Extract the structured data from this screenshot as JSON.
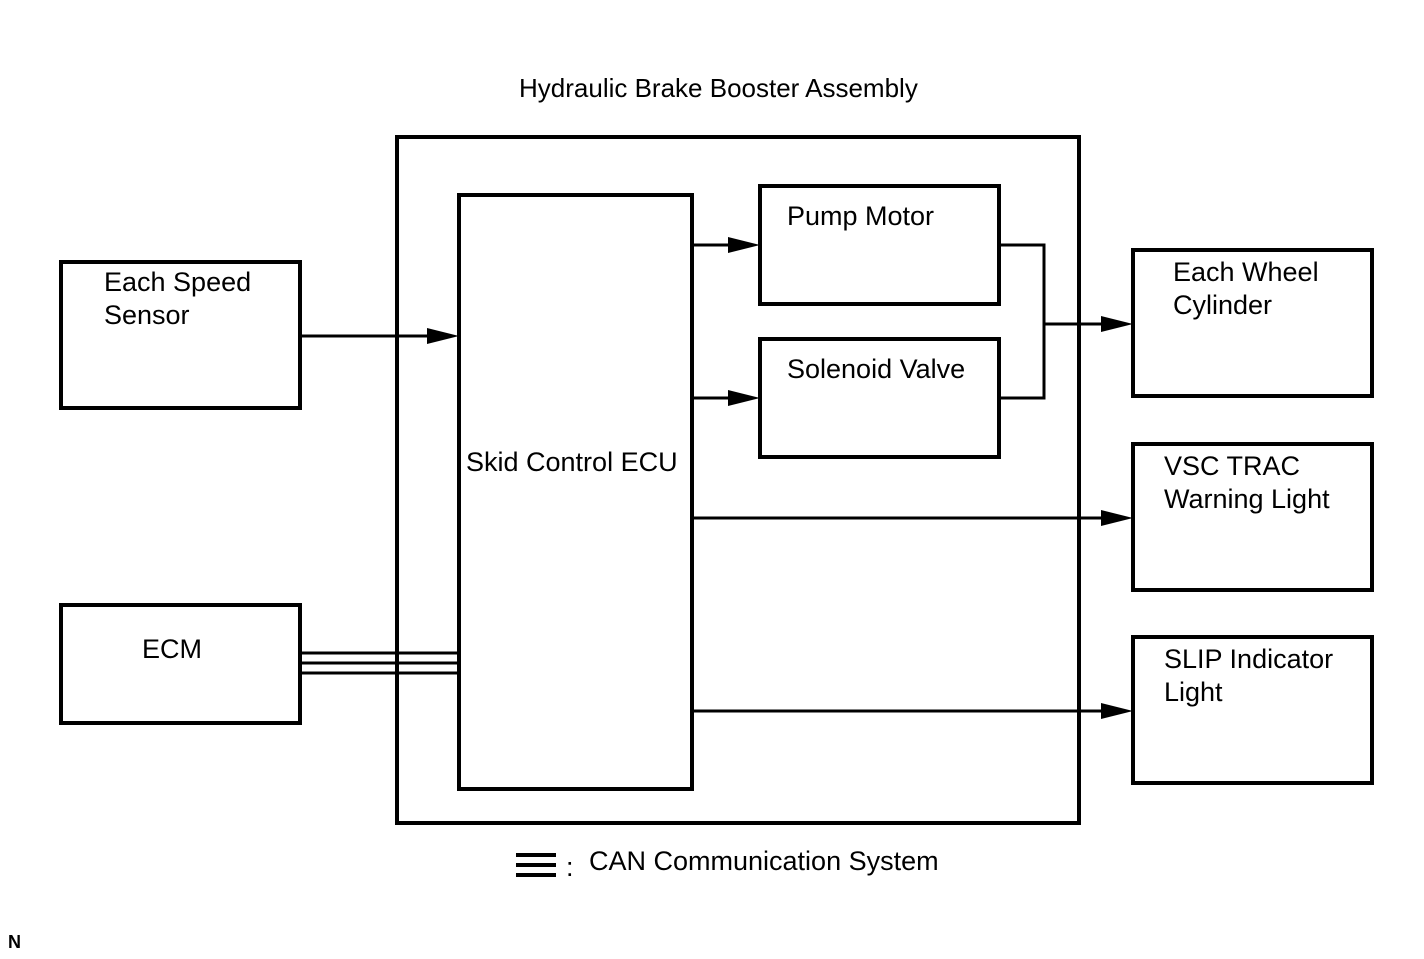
{
  "diagram": {
    "title": "Hydraulic Brake Booster Assembly",
    "nodes": {
      "speed_sensor": "Each Speed\nSensor",
      "ecm": "ECM",
      "skid_control_ecu": "Skid Control ECU",
      "pump_motor": "Pump Motor",
      "solenoid_valve": "Solenoid Valve",
      "wheel_cylinder": "Each Wheel\nCylinder",
      "vsc_trac_light": "VSC TRAC\nWarning Light",
      "slip_indicator": "SLIP Indicator\nLight"
    },
    "legend": {
      "colon": ":",
      "label": "CAN Communication System"
    },
    "corner_code": "N"
  }
}
